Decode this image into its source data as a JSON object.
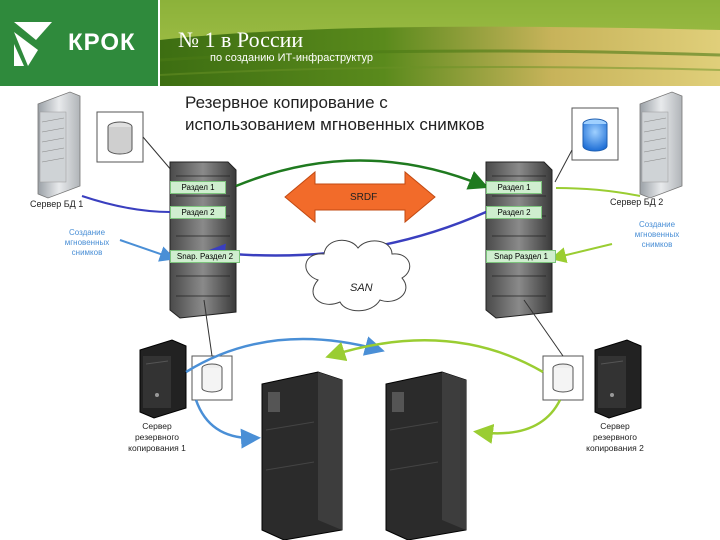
{
  "header": {
    "logo_text": "КРОК",
    "slogan_main": "№ 1 в России",
    "slogan_sub": "по созданию ИТ-инфраструктур"
  },
  "title": {
    "line1": "Резервное копирование с",
    "line2": "использованием мгновенных снимков"
  },
  "left_site": {
    "server_label": "Сервер БД 1",
    "snapshot_label_line1": "Создание",
    "snapshot_label_line2": "мгновенных",
    "snapshot_label_line3": "снимков",
    "section1": "Раздел 1",
    "section2": "Раздел 2",
    "snap": "Snap. Раздел 2",
    "backup_line1": "Сервер",
    "backup_line2": "резервного",
    "backup_line3": "копирования 1"
  },
  "right_site": {
    "server_label": "Сервер БД 2",
    "snapshot_label_line1": "Создание",
    "snapshot_label_line2": "мгновенных",
    "snapshot_label_line3": "снимков",
    "section1": "Раздел 1",
    "section2": "Раздел 2",
    "snap": "Snap Раздел 1",
    "backup_line1": "Сервер",
    "backup_line2": "резервного",
    "backup_line3": "копирования 2"
  },
  "srdf_label": "SRDF",
  "san_label": "SAN",
  "colors": {
    "green_brand": "#2f8a3c",
    "link_green": "#1f7a1f",
    "link_blue": "#3a3fbf",
    "lime": "#9acd32",
    "sky_blue": "#4a8fd6",
    "srdf_orange": "#f26b2a"
  }
}
